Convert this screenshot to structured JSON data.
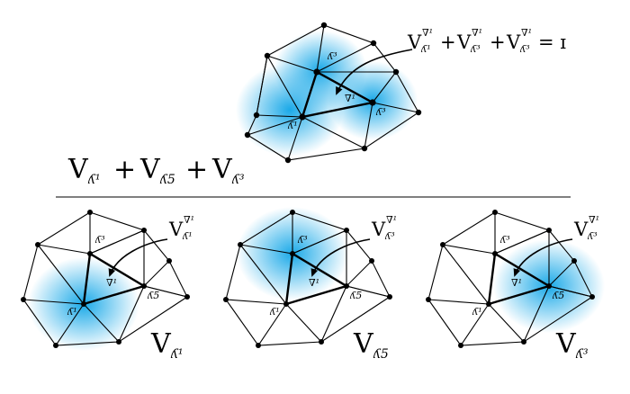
{
  "colors": {
    "shade": "#1aa9e8",
    "ink": "#000000"
  },
  "top": {
    "annotation": {
      "base": "V",
      "sup": "∇¹",
      "subs": [
        "ʎ¹",
        "ʎ³",
        "ʎ³"
      ],
      "equals": "= ɪ"
    },
    "labels": {
      "v1": "ʎ¹",
      "v2": "ʎ³",
      "v3": "ʎ³",
      "tri": "∇¹"
    }
  },
  "sum": {
    "base": "V",
    "subs": [
      "ʎ¹",
      "ʎ5",
      "ʎ³"
    ],
    "plus": "+"
  },
  "panels": [
    {
      "base": "V",
      "sub": "ʎ¹",
      "ann_sub": "ʎ¹",
      "ann_sup": "∇¹",
      "v1": "ʎ¹",
      "v2": "ʎ³",
      "v3": "ʎ5",
      "tri": "∇¹"
    },
    {
      "base": "V",
      "sub": "ʎ5",
      "ann_sub": "ʎ³",
      "ann_sup": "∇¹",
      "v1": "ʎ¹",
      "v2": "ʎ³",
      "v3": "ʎ5",
      "tri": "∇¹"
    },
    {
      "base": "V",
      "sub": "ʎ³",
      "ann_sub": "ʎ³",
      "ann_sup": "∇¹",
      "v1": "ʎ¹",
      "v2": "ʎ³",
      "v3": "ʎ5",
      "tri": "∇¹"
    }
  ]
}
